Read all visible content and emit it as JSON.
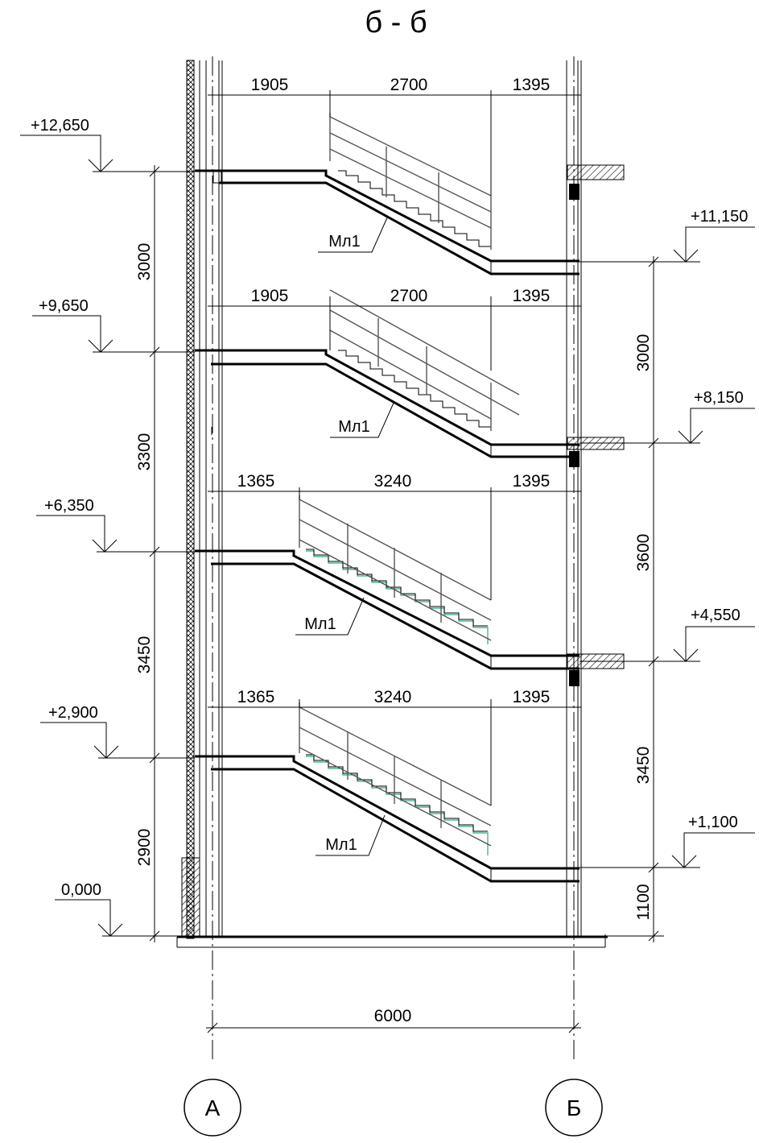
{
  "title": "б - б",
  "axes": {
    "left": "А",
    "right": "Б"
  },
  "overall_width": "6000",
  "stair_label": "Мл1",
  "elevations": {
    "left": [
      "+12,650",
      "+9,650",
      "+6,350",
      "+2,900",
      "0,000"
    ],
    "right": [
      "+11,150",
      "+8,150",
      "+4,550",
      "+1,100"
    ]
  },
  "heights": {
    "left": [
      "3000",
      "3300",
      "3450",
      "2900"
    ],
    "right": [
      "3000",
      "3600",
      "3450",
      "1100"
    ]
  },
  "flights": [
    {
      "landing": "1905",
      "run": "2700",
      "end": "1395",
      "label": "Мл1"
    },
    {
      "landing": "1905",
      "run": "2700",
      "end": "1395",
      "label": "Мл1"
    },
    {
      "landing": "1365",
      "run": "3240",
      "end": "1395",
      "label": "Мл1"
    },
    {
      "landing": "1365",
      "run": "3240",
      "end": "1395",
      "label": "Мл1"
    }
  ],
  "colors": {
    "line": "#000000",
    "tread_accent": "#2aa88a",
    "rail": "#555555"
  }
}
